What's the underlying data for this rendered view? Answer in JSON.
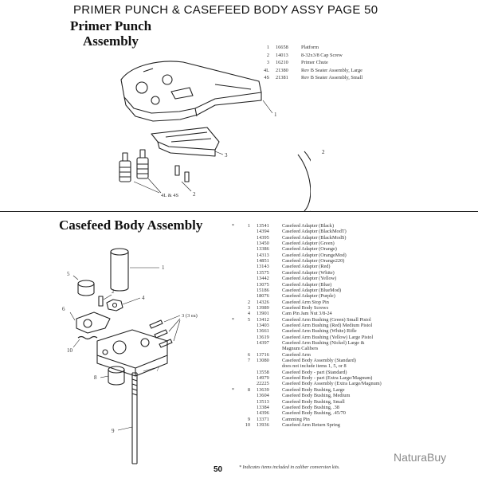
{
  "page_title": "PRIMER PUNCH & CASEFEED BODY ASSY PAGE 50",
  "primer_punch": {
    "title_line1": "Primer Punch",
    "title_line2": "Assembly",
    "callouts": {
      "c1": "1",
      "c2": "2",
      "c3": "3",
      "c4": "4L & 4S"
    },
    "parts": [
      {
        "index": "1",
        "number": "16658",
        "description": "Platform"
      },
      {
        "index": "2",
        "number": "14013",
        "description": "8-32x3/8 Cap Screw"
      },
      {
        "index": "3",
        "number": "16210",
        "description": "Primer Chute"
      },
      {
        "index": "4L",
        "number": "21380",
        "description": "Rev B Seater Assembly, Large"
      },
      {
        "index": "4S",
        "number": "21381",
        "description": "Rev B Seater Assembly, Small"
      }
    ]
  },
  "casefeed": {
    "title": "Casefeed Body Assembly",
    "callouts": {
      "c1": "1",
      "c2": "2",
      "c3": "3 (3 ea)",
      "c4": "4",
      "c5": "5",
      "c6": "6",
      "c7": "7",
      "c8": "8",
      "c9": "9",
      "c10": "10"
    },
    "parts": [
      {
        "mark": "*",
        "index": "1",
        "number": "13541",
        "description": "Casefeed Adapter (Black)"
      },
      {
        "mark": "",
        "index": "",
        "number": "14394",
        "description": "Casefeed Adapter (BlackModT)"
      },
      {
        "mark": "",
        "index": "",
        "number": "14395",
        "description": "Casefeed Adapter (BlackModS)"
      },
      {
        "mark": "",
        "index": "",
        "number": "13450",
        "description": "Casefeed Adapter (Green)"
      },
      {
        "mark": "",
        "index": "",
        "number": "13386",
        "description": "Casefeed Adapter (Orange)"
      },
      {
        "mark": "",
        "index": "",
        "number": "14313",
        "description": "Casefeed Adapter (OrangeMod)"
      },
      {
        "mark": "",
        "index": "",
        "number": "14851",
        "description": "Casefeed Adapter (Orange220)"
      },
      {
        "mark": "",
        "index": "",
        "number": "13143",
        "description": "Casefeed Adapter (Red)"
      },
      {
        "mark": "",
        "index": "",
        "number": "13575",
        "description": "Casefeed Adapter (White)"
      },
      {
        "mark": "",
        "index": "",
        "number": "13442",
        "description": "Casefeed Adapter (Yellow)"
      },
      {
        "mark": "",
        "index": "",
        "number": "13075",
        "description": "Casefeed Adapter (Blue)"
      },
      {
        "mark": "",
        "index": "",
        "number": "15186",
        "description": "Casefeed Adapter (BlueMod)"
      },
      {
        "mark": "",
        "index": "",
        "number": "18076",
        "description": "Casefeed Adapter (Purple)"
      },
      {
        "mark": "",
        "index": "2",
        "number": "14326",
        "description": "Casefeed Arm Stop Pin"
      },
      {
        "mark": "",
        "index": "3",
        "number": "13989",
        "description": "Casefeed Body Screws"
      },
      {
        "mark": "",
        "index": "4",
        "number": "13901",
        "description": "Cam Pin Jam Nut 3/8-24"
      },
      {
        "mark": "*",
        "index": "5",
        "number": "13412",
        "description": "Casefeed Arm Bushing (Green) Small Pistol"
      },
      {
        "mark": "",
        "index": "",
        "number": "13403",
        "description": "Casefeed Arm Bushing (Red) Medium Pistol"
      },
      {
        "mark": "",
        "index": "",
        "number": "13661",
        "description": "Casefeed Arm Bushing (White) Rifle"
      },
      {
        "mark": "",
        "index": "",
        "number": "13619",
        "description": "Casefeed Arm Bushing (Yellow) Large Pistol"
      },
      {
        "mark": "",
        "index": "",
        "number": "14397",
        "description": "Casefeed Arm Bushing (Nickel) Large &"
      },
      {
        "mark": "",
        "index": "",
        "number": "",
        "description": "Magnum Calibers"
      },
      {
        "mark": "",
        "index": "6",
        "number": "13716",
        "description": "Casefeed Arm"
      },
      {
        "mark": "",
        "index": "7",
        "number": "13080",
        "description": "Casefeed Body Assembly (Standard)"
      },
      {
        "mark": "",
        "index": "",
        "number": "",
        "description": "does not include items 1, 5, or 8"
      },
      {
        "mark": "",
        "index": "",
        "number": "13558",
        "description": "Casefeed Body - part (Standard)"
      },
      {
        "mark": "",
        "index": "",
        "number": "14979",
        "description": "Casefeed Body - part (Extra Large/Magnum)"
      },
      {
        "mark": "",
        "index": "",
        "number": "22225",
        "description": "Casefeed Body Assembly (Extra Large/Magnum)"
      },
      {
        "mark": "*",
        "index": "8",
        "number": "13639",
        "description": "Casefeed Body Bushing, Large"
      },
      {
        "mark": "",
        "index": "",
        "number": "13604",
        "description": "Casefeed Body Bushing, Medium"
      },
      {
        "mark": "",
        "index": "",
        "number": "13513",
        "description": "Casefeed Body Bushing, Small"
      },
      {
        "mark": "",
        "index": "",
        "number": "13384",
        "description": "Casefeed Body Bushing, .38"
      },
      {
        "mark": "",
        "index": "",
        "number": "14396",
        "description": "Casefeed Body Bushing, .45/70"
      },
      {
        "mark": "",
        "index": "9",
        "number": "13371",
        "description": "Camming Pin"
      },
      {
        "mark": "",
        "index": "10",
        "number": "13936",
        "description": "Casefeed Arm Return Spring"
      }
    ],
    "footnote": "* Indicates items included in caliber conversion kits."
  },
  "page_number": "50",
  "watermark": "NaturaBuy"
}
